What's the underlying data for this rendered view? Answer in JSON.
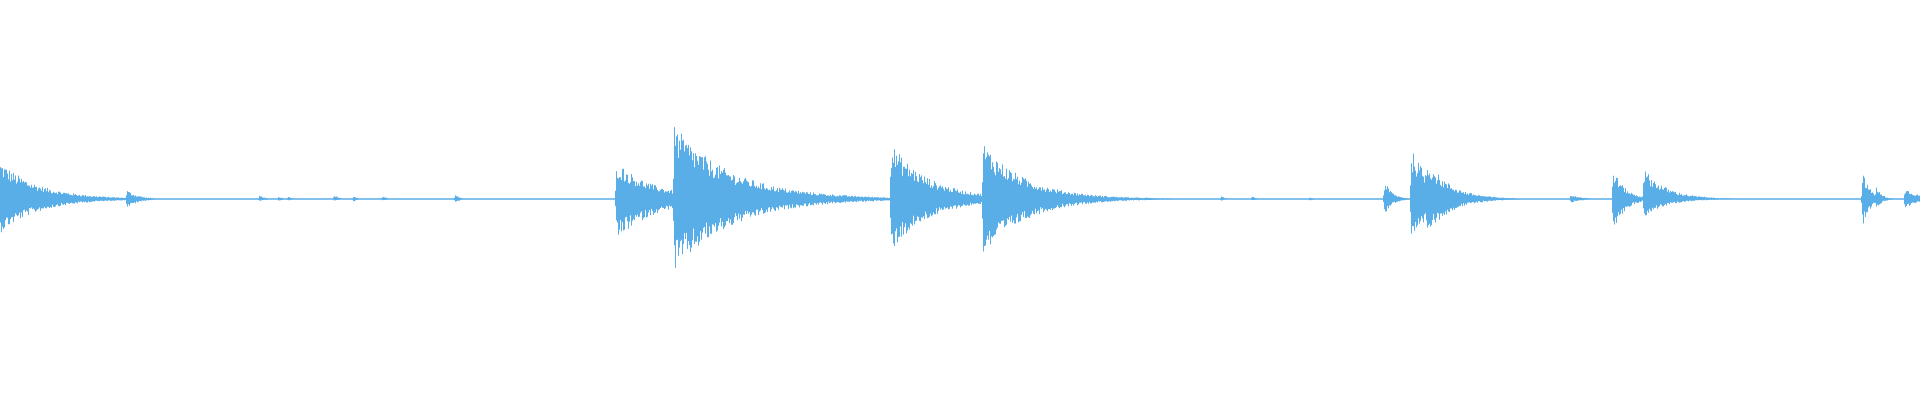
{
  "waveform": {
    "color": "#5aaee8",
    "background": "#ffffff",
    "peaks": [
      {
        "t": 0.0,
        "up": 0.42,
        "down": 0.38,
        "decay": 0.02
      },
      {
        "t": 0.066,
        "up": 0.1,
        "down": 0.1,
        "decay": 0.006
      },
      {
        "t": 0.135,
        "up": 0.04,
        "down": 0.03,
        "decay": 0.003
      },
      {
        "t": 0.145,
        "up": 0.03,
        "down": 0.03,
        "decay": 0.002
      },
      {
        "t": 0.15,
        "up": 0.03,
        "down": 0.02,
        "decay": 0.002
      },
      {
        "t": 0.174,
        "up": 0.05,
        "down": 0.03,
        "decay": 0.002
      },
      {
        "t": 0.184,
        "up": 0.04,
        "down": 0.03,
        "decay": 0.002
      },
      {
        "t": 0.199,
        "up": 0.03,
        "down": 0.02,
        "decay": 0.003
      },
      {
        "t": 0.237,
        "up": 0.05,
        "down": 0.05,
        "decay": 0.002
      },
      {
        "t": 0.321,
        "up": 0.42,
        "down": 0.46,
        "decay": 0.02
      },
      {
        "t": 0.351,
        "up": 0.82,
        "down": 0.82,
        "decay": 0.03
      },
      {
        "t": 0.436,
        "up": 0.05,
        "down": 0.04,
        "decay": 0.004
      },
      {
        "t": 0.464,
        "up": 0.62,
        "down": 0.58,
        "decay": 0.02
      },
      {
        "t": 0.512,
        "up": 0.63,
        "down": 0.63,
        "decay": 0.022
      },
      {
        "t": 0.535,
        "up": 0.1,
        "down": 0.06,
        "decay": 0.004
      },
      {
        "t": 0.597,
        "up": 0.02,
        "down": 0.02,
        "decay": 0.002
      },
      {
        "t": 0.636,
        "up": 0.03,
        "down": 0.02,
        "decay": 0.002
      },
      {
        "t": 0.652,
        "up": 0.03,
        "down": 0.02,
        "decay": 0.002
      },
      {
        "t": 0.682,
        "up": 0.02,
        "down": 0.02,
        "decay": 0.002
      },
      {
        "t": 0.721,
        "up": 0.2,
        "down": 0.18,
        "decay": 0.004
      },
      {
        "t": 0.735,
        "up": 0.55,
        "down": 0.52,
        "decay": 0.012
      },
      {
        "t": 0.743,
        "up": 0.45,
        "down": 0.4,
        "decay": 0.012
      },
      {
        "t": 0.818,
        "up": 0.05,
        "down": 0.04,
        "decay": 0.006
      },
      {
        "t": 0.84,
        "up": 0.35,
        "down": 0.38,
        "decay": 0.006
      },
      {
        "t": 0.856,
        "up": 0.34,
        "down": 0.2,
        "decay": 0.012
      },
      {
        "t": 0.97,
        "up": 0.3,
        "down": 0.3,
        "decay": 0.004
      },
      {
        "t": 0.977,
        "up": 0.14,
        "down": 0.12,
        "decay": 0.003
      },
      {
        "t": 0.992,
        "up": 0.12,
        "down": 0.1,
        "decay": 0.008
      }
    ]
  }
}
